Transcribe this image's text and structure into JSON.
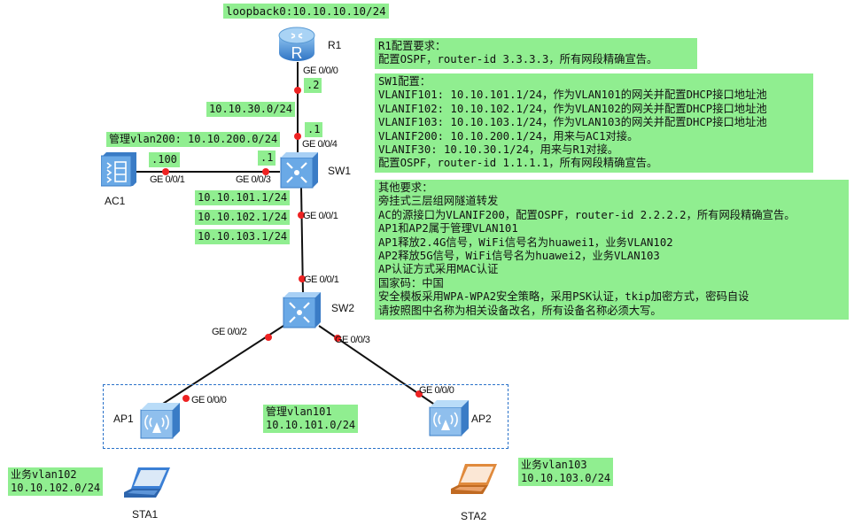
{
  "diagram": {
    "title": "Huawei WLAN bypass three-layer tunnel forwarding topology",
    "devices": [
      {
        "id": "R1",
        "label": "R1",
        "type": "router-icon"
      },
      {
        "id": "SW1",
        "label": "SW1",
        "type": "core-switch-icon"
      },
      {
        "id": "AC1",
        "label": "AC1",
        "type": "access-controller-icon"
      },
      {
        "id": "SW2",
        "label": "SW2",
        "type": "core-switch-icon"
      },
      {
        "id": "AP1",
        "label": "AP1",
        "type": "access-point-icon"
      },
      {
        "id": "AP2",
        "label": "AP2",
        "type": "access-point-icon"
      },
      {
        "id": "STA1",
        "label": "STA1",
        "type": "laptop-icon",
        "color": "#3a7fd5"
      },
      {
        "id": "STA2",
        "label": "STA2",
        "type": "laptop-icon",
        "color": "#e08a3c"
      }
    ],
    "links": [
      {
        "from": "R1",
        "from_port": "GE 0/0/0",
        "to": "SW1",
        "to_port": "GE 0/0/4"
      },
      {
        "from": "AC1",
        "from_port": "GE 0/0/1",
        "to": "SW1",
        "to_port": "GE 0/0/3"
      },
      {
        "from": "SW1",
        "from_port": "GE 0/0/1",
        "to": "SW2",
        "to_port": "GE 0/0/1"
      },
      {
        "from": "SW2",
        "from_port": "GE 0/0/2",
        "to": "AP1",
        "to_port": "GE 0/0/0"
      },
      {
        "from": "SW2",
        "from_port": "GE 0/0/3",
        "to": "AP2",
        "to_port": "GE 0/0/0"
      }
    ],
    "ports": {
      "r1_ge000": "GE 0/0/0",
      "sw1_ge004": "GE 0/0/4",
      "ac1_ge001": "GE 0/0/1",
      "sw1_ge003": "GE 0/0/3",
      "sw1_ge001": "GE 0/0/1",
      "sw2_ge001": "GE 0/0/1",
      "sw2_ge002": "GE 0/0/2",
      "sw2_ge003": "GE 0/0/3",
      "ap1_ge000": "GE 0/0/0",
      "ap2_ge000": "GE 0/0/0"
    },
    "address_labels": {
      "loopback": "loopback0:10.10.10.10/24",
      "r1_host": ".2",
      "r1_sw1_net": "10.10.30.0/24",
      "sw1_r1_host": ".1",
      "mgmt_vlan200": "管理vlan200: 10.10.200.0/24",
      "ac1_host": ".100",
      "sw1_ac_host": ".1",
      "vlanif101": "10.10.101.1/24",
      "vlanif102": "10.10.102.1/24",
      "vlanif103": "10.10.103.1/24",
      "mgmt_vlan101": "管理vlan101\n10.10.101.0/24",
      "svc_vlan102": "业务vlan102\n10.10.102.0/24",
      "svc_vlan103": "业务vlan103\n10.10.103.0/24"
    },
    "notes": {
      "r1": "R1配置要求：\n配置OSPF，router-id 3.3.3.3，所有网段精确宣告。",
      "sw1": "SW1配置：\nVLANIF101: 10.10.101.1/24，作为VLAN101的网关并配置DHCP接口地址池\nVLANIF102: 10.10.102.1/24，作为VLAN102的网关并配置DHCP接口地址池\nVLANIF103: 10.10.103.1/24，作为VLAN103的网关并配置DHCP接口地址池\nVLANIF200: 10.10.200.1/24，用来与AC1对接。\nVLANIF30: 10.10.30.1/24，用来与R1对接。\n配置OSPF，router-id 1.1.1.1，所有网段精确宣告。",
      "other": "其他要求：\n旁挂式三层组网隧道转发\nAC的源接口为VLANIF200，配置OSPF，router-id 2.2.2.2，所有网段精确宣告。\nAP1和AP2属于管理VLAN101\nAP1释放2.4G信号，WiFi信号名为huawei1，业务VLAN102\nAP2释放5G信号，WiFi信号名为huawei2，业务VLAN103\nAP认证方式采用MAC认证\n国家码：中国\n安全模板采用WPA-WPA2安全策略，采用PSK认证，tkip加密方式，密码自设\n请按照图中名称为相关设备改名，所有设备名称必须大写。"
    },
    "colors": {
      "label_bg": "#90ee90",
      "port_dot": "#ee2222",
      "group_border": "#2a72c9",
      "device_blue": "#5b9bd5"
    }
  }
}
